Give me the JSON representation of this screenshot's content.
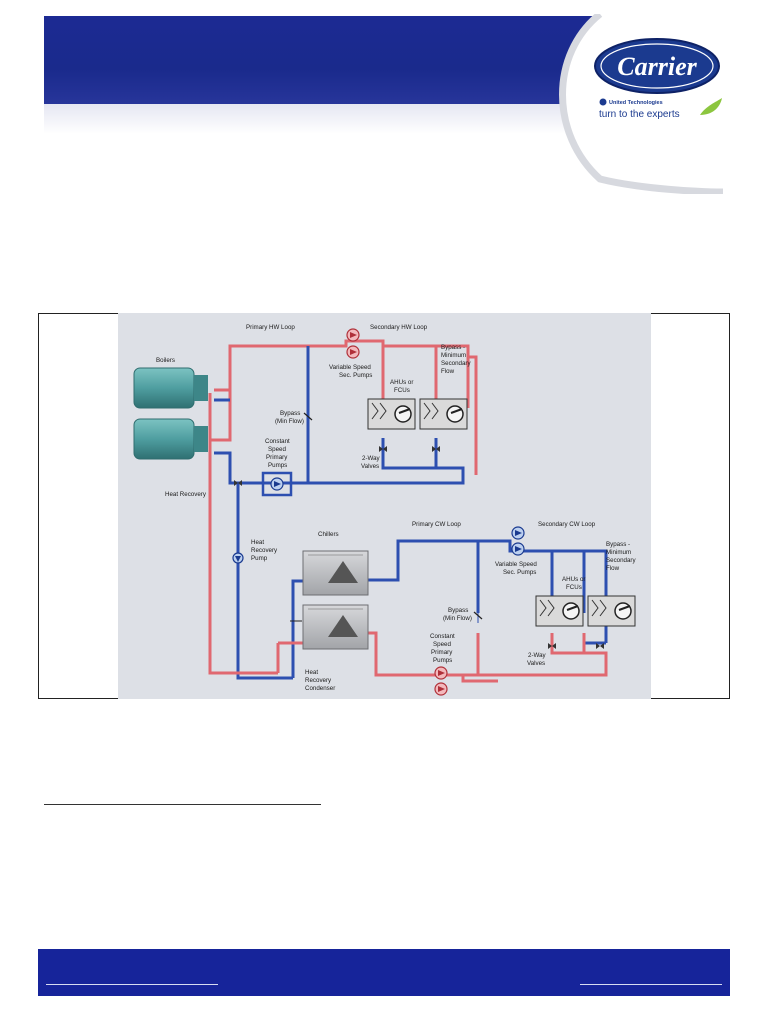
{
  "brand": {
    "name": "Carrier",
    "parent": "United Technologies",
    "tagline": "turn to the experts",
    "colors": {
      "navy": "#1a2a8c",
      "footer": "#16249a",
      "logo_oval": "#1b3a8f"
    }
  },
  "diagram": {
    "labels": {
      "primary_hw_loop": "Primary HW Loop",
      "secondary_hw_loop": "Secondary HW Loop",
      "boilers": "Boilers",
      "variable_speed_1": "Variable Speed",
      "sec_pumps_1": "Sec. Pumps",
      "bypass_min_1": "Bypass -",
      "bypass_min_2": "Minimum",
      "bypass_min_3": "Secondary",
      "bypass_min_4": "Flow",
      "ahus_1": "AHUs or",
      "fcus_1": "FCUs",
      "bypass_flow_1a": "Bypass",
      "bypass_flow_1b": "(Min Flow)",
      "constant_1": "Constant",
      "speed_1": "Speed",
      "primary_1": "Primary",
      "pumps_1": "Pumps",
      "two_way_1a": "2-Way",
      "two_way_1b": "Valves",
      "heat_recovery": "Heat Recovery",
      "hr_pump_1": "Heat",
      "hr_pump_2": "Recovery",
      "hr_pump_3": "Pump",
      "chillers": "Chillers",
      "primary_cw_loop": "Primary CW Loop",
      "secondary_cw_loop": "Secondary CW Loop",
      "variable_speed_2": "Variable Speed",
      "sec_pumps_2": "Sec. Pumps",
      "bypass_min2_1": "Bypass -",
      "bypass_min2_2": "Minimum",
      "bypass_min2_3": "Secondary",
      "bypass_min2_4": "Flow",
      "ahus_2": "AHUs or",
      "fcus_2": "FCUs",
      "bypass_flow_2a": "Bypass",
      "bypass_flow_2b": "(Min Flow)",
      "constant_2": "Constant",
      "speed_2": "Speed",
      "primary_2": "Primary",
      "pumps_2": "Pumps",
      "two_way_2a": "2-Way",
      "two_way_2b": "Valves",
      "hr_cond_1": "Heat",
      "hr_cond_2": "Recovery",
      "hr_cond_3": "Condenser"
    },
    "colors": {
      "hot_pipe": "#e06870",
      "cold_pipe": "#2d4fb0",
      "boiler": "#4f9ea0",
      "chiller": "#b7b9bd"
    }
  }
}
